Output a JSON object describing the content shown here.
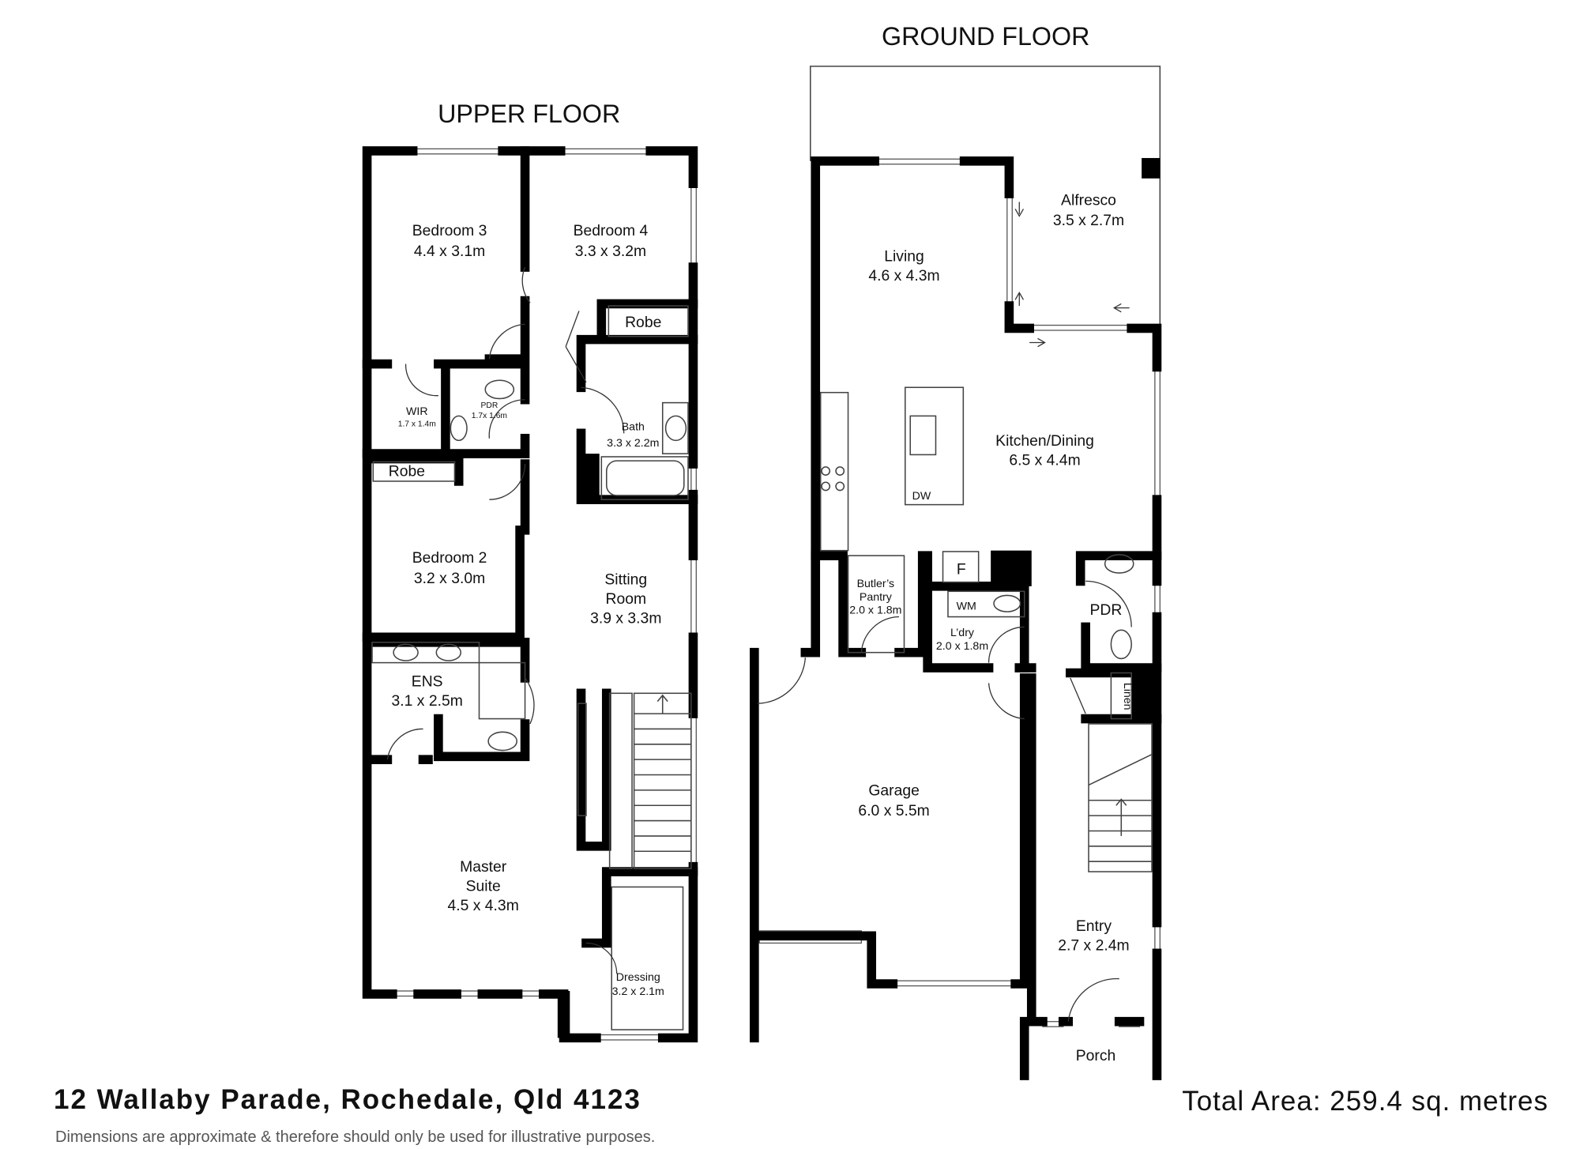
{
  "upper_floor": {
    "title": "UPPER FLOOR",
    "rooms": [
      {
        "name": "Bedroom 3",
        "dims": "4.4 x 3.1m"
      },
      {
        "name": "Bedroom 4",
        "dims": "3.3 x 3.2m"
      },
      {
        "name": "Robe",
        "dims": ""
      },
      {
        "name": "WIR",
        "dims": "1.7 x 1.4m"
      },
      {
        "name": "PDR",
        "dims": "1.7x 1.6m"
      },
      {
        "name": "Bath",
        "dims": "3.3 x 2.2m"
      },
      {
        "name": "Robe",
        "dims": ""
      },
      {
        "name": "Bedroom 2",
        "dims": "3.2 x 3.0m"
      },
      {
        "name": "Sitting",
        "name2": "Room",
        "dims": "3.9 x 3.3m"
      },
      {
        "name": "ENS",
        "dims": "3.1 x 2.5m"
      },
      {
        "name": "Master",
        "name2": "Suite",
        "dims": "4.5 x 4.3m"
      },
      {
        "name": "Dressing",
        "dims": "3.2 x 2.1m"
      }
    ]
  },
  "ground_floor": {
    "title": "GROUND FLOOR",
    "rooms": [
      {
        "name": "Alfresco",
        "dims": "3.5 x 2.7m"
      },
      {
        "name": "Living",
        "dims": "4.6 x 4.3m"
      },
      {
        "name": "Kitchen/Dining",
        "dims": "6.5 x 4.4m"
      },
      {
        "name": "Butler’s",
        "name2": "Pantry",
        "dims": "2.0 x 1.8m"
      },
      {
        "name": "L’dry",
        "dims": "2.0 x 1.8m"
      },
      {
        "name": "PDR",
        "dims": ""
      },
      {
        "name": "Linen",
        "dims": ""
      },
      {
        "name": "Garage",
        "dims": "6.0 x 5.5m"
      },
      {
        "name": "Entry",
        "dims": "2.7 x 2.4m"
      },
      {
        "name": "Porch",
        "dims": ""
      }
    ],
    "fixtures": {
      "dishwasher": "DW",
      "fridge": "F",
      "washing_machine": "WM"
    }
  },
  "footer": {
    "address": "12 Wallaby Parade, Rochedale, Qld 4123",
    "total_area": "Total Area: 259.4 sq. metres",
    "disclaimer": "Dimensions are approximate & therefore should only be used for illustrative purposes."
  }
}
